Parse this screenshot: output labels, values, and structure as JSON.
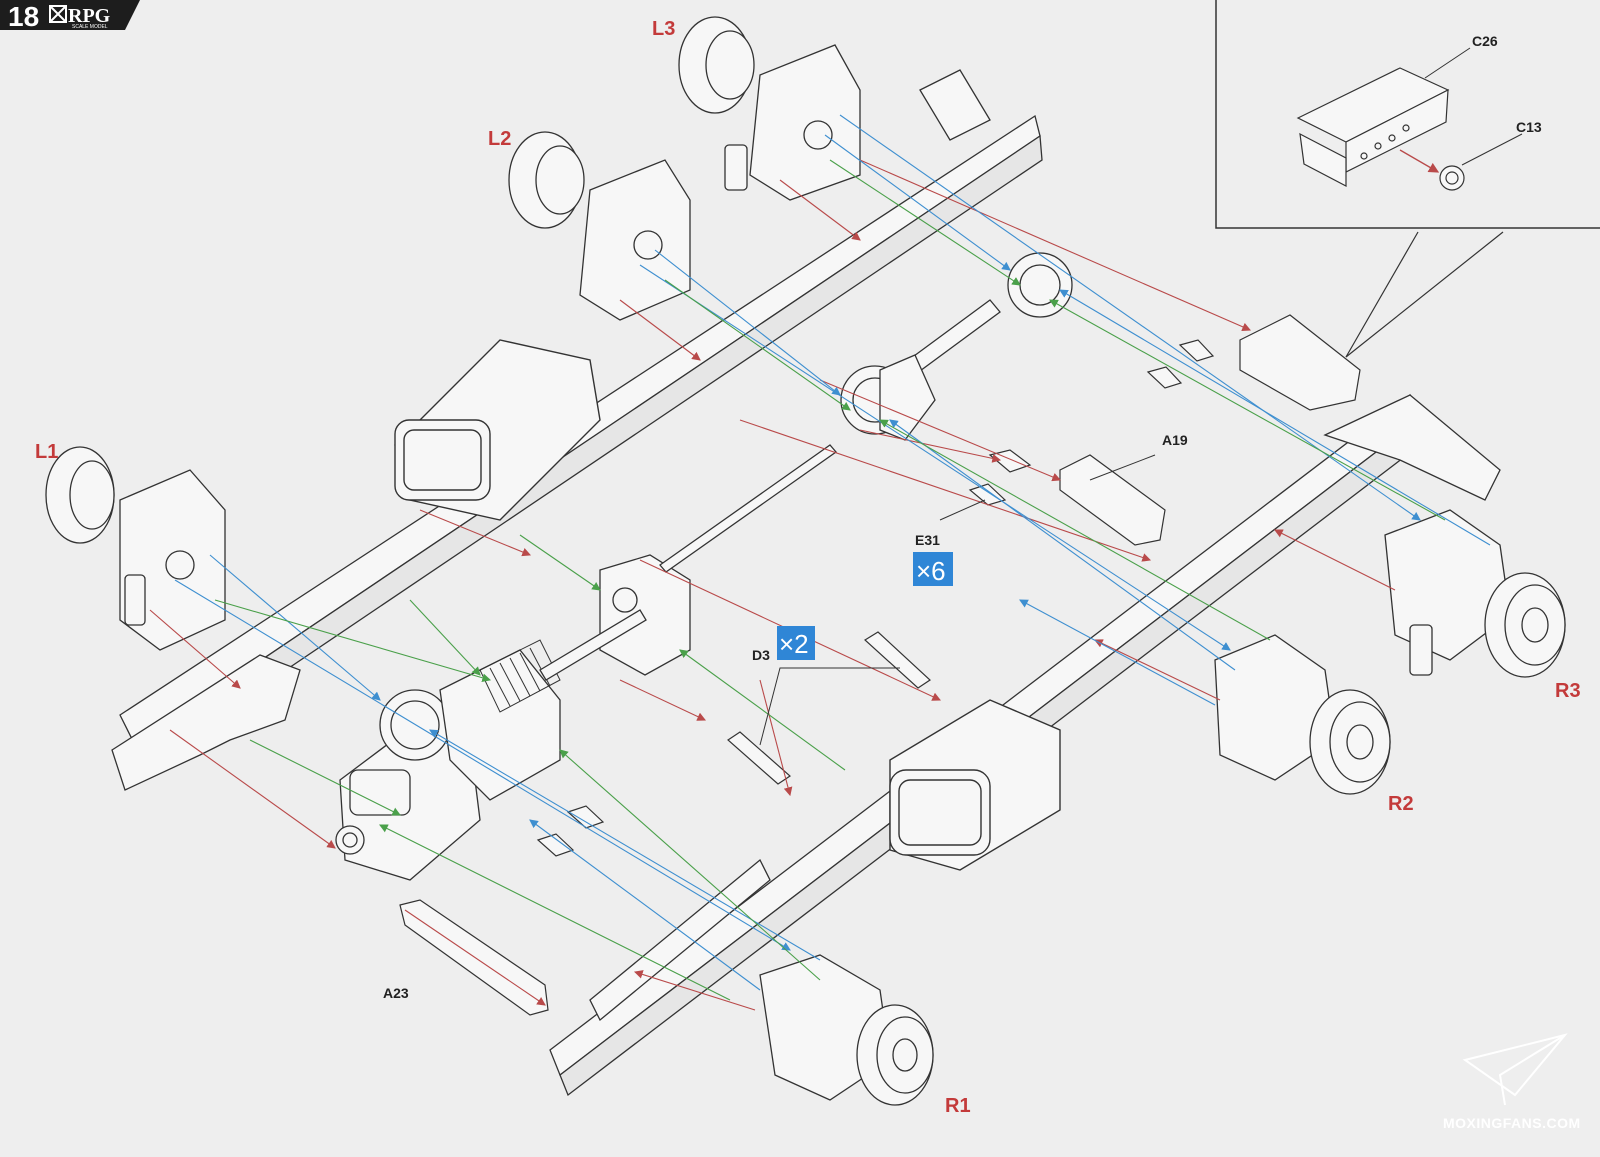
{
  "header": {
    "step_number": "18",
    "brand": "RPG",
    "brand_sub": "SCALE MODEL"
  },
  "labels": {
    "L1": "L1",
    "L2": "L2",
    "L3": "L3",
    "R1": "R1",
    "R2": "R2",
    "R3": "R3"
  },
  "parts": {
    "C26": "C26",
    "C13": "C13",
    "A19": "A19",
    "E31": "E31",
    "D3": "D3",
    "A23": "A23"
  },
  "quantities": {
    "e31": "×6",
    "d3": "×2"
  },
  "watermark": "MOXINGFANS.COM",
  "colors": {
    "background": "#eeeeee",
    "line_red": "#b94a4a",
    "line_blue": "#3e8fd0",
    "line_green": "#4aa04a",
    "label_red": "#c33a3a",
    "qty_badge": "#2f86d6",
    "step_badge": "#1d1d1d"
  },
  "icons": [
    "paper-plane-logo-icon"
  ]
}
